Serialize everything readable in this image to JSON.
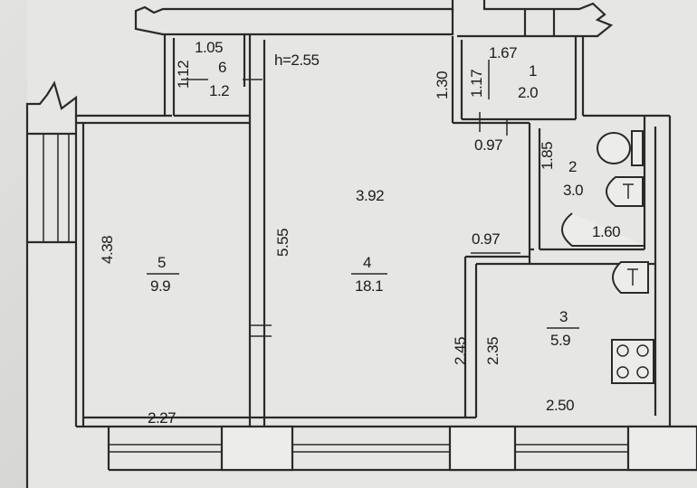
{
  "ceiling_height": "h=2.55",
  "rooms": [
    {
      "number": "1",
      "area": "2.0"
    },
    {
      "number": "2",
      "area": "3.0"
    },
    {
      "number": "3",
      "area": "5.9"
    },
    {
      "number": "4",
      "area": "18.1"
    },
    {
      "number": "5",
      "area": "9.9"
    },
    {
      "number": "6",
      "area": "1.2"
    }
  ],
  "dimensions": {
    "closet_width": "1.05",
    "closet_depth": "1.12",
    "room1_width": "1.67",
    "room1_depth_outer": "1.30",
    "room1_depth_inner": "1.17",
    "corridor_width_top": "0.97",
    "bath_depth": "1.85",
    "bath_width": "1.60",
    "corridor_width_bottom": "0.97",
    "room4_width": "3.92",
    "room4_depth": "5.55",
    "room5_depth": "4.38",
    "room5_width": "2.27",
    "kitchen_depth_outer": "2.45",
    "kitchen_depth_inner": "2.35",
    "kitchen_width": "2.50"
  },
  "colors": {
    "paper": "#ececea",
    "ink": "#2a2a2a",
    "background": "#d6d6d4"
  }
}
